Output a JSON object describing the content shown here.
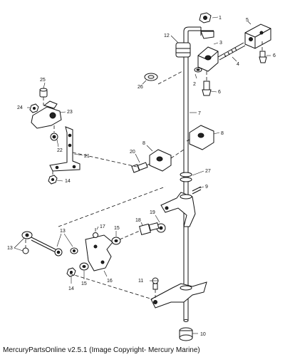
{
  "callouts": {
    "c1": "1",
    "c2": "2",
    "c3": "3",
    "c4": "4",
    "c5": "5",
    "c6a": "6",
    "c6b": "6",
    "c7": "7",
    "c8a": "8",
    "c8b": "8",
    "c9": "9",
    "c10": "10",
    "c11": "11",
    "c12": "12",
    "c13a": "13",
    "c13b": "13",
    "c14a": "14",
    "c14b": "14",
    "c15a": "15",
    "c15b": "15",
    "c16": "16",
    "c17": "17",
    "c18": "18",
    "c19": "19",
    "c20": "20",
    "c21": "21",
    "c22": "22",
    "c23": "23",
    "c24": "24",
    "c25": "25",
    "c26": "26",
    "c27": "27"
  },
  "caption": "MercuryPartsOnline v2.5.1 (Image Copyright- Mercury Marine)"
}
